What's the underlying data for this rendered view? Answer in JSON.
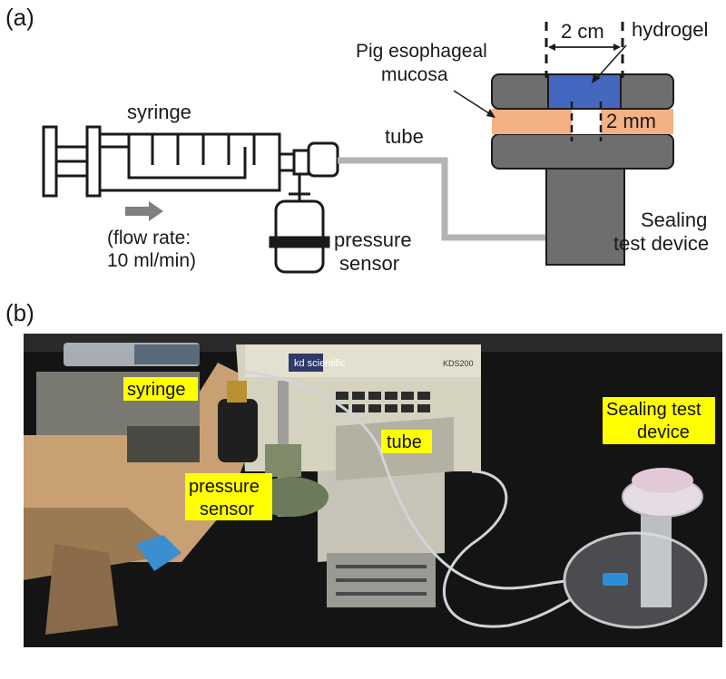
{
  "panel_a": {
    "label": "(a)",
    "syringe": "syringe",
    "flow_rate_line1": "(flow rate:",
    "flow_rate_line2": "10 ml/min)",
    "pressure_sensor_line1": "pressure",
    "pressure_sensor_line2": "sensor",
    "tube": "tube",
    "mucosa_line1": "Pig esophageal",
    "mucosa_line2": "mucosa",
    "width_dim": "2 cm",
    "hydrogel": "hydrogel",
    "gap_dim": "2 mm",
    "device_line1": "Sealing",
    "device_line2": "test device",
    "colors": {
      "hydrogel": "#4468c0",
      "mucosa": "#f4b183",
      "device": "#6e6e6e",
      "tube": "#b3b3b3",
      "arrow": "#808080"
    }
  },
  "panel_b": {
    "label": "(b)",
    "photo_labels": {
      "syringe": "syringe",
      "tube": "tube",
      "pressure_sensor_line1": "pressure",
      "pressure_sensor_line2": "sensor",
      "device_line1": "Sealing test",
      "device_line2": "device"
    },
    "pump_brand_fragment": "kd scientific",
    "pump_model": "KDS200",
    "highlight_color": "#ffff00"
  }
}
